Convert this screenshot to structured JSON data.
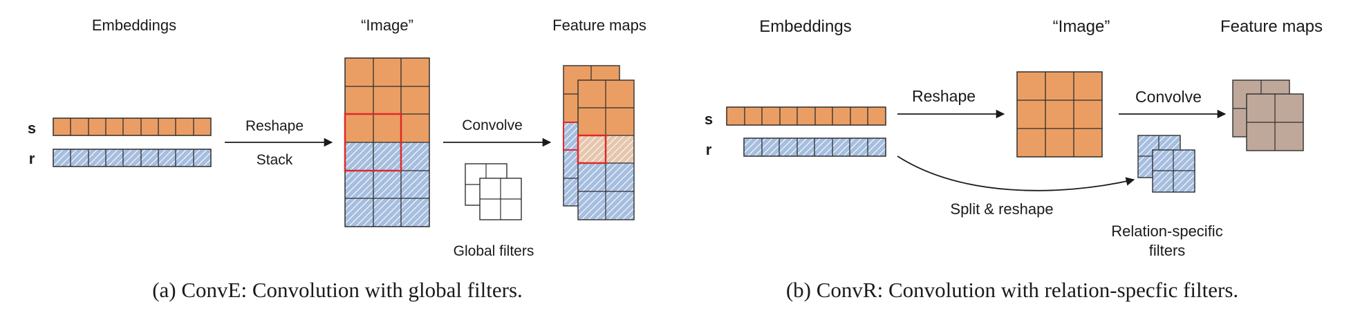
{
  "panel_a": {
    "embeddings": "Embeddings",
    "image": "“Image”",
    "feature_maps": "Feature maps",
    "row_s": "s",
    "row_r": "r",
    "reshape": "Reshape",
    "stack": "Stack",
    "convolve": "Convolve",
    "global_filters": "Global filters",
    "caption": "(a) ConvE: Convolution with global filters."
  },
  "panel_b": {
    "embeddings": "Embeddings",
    "image": "“Image”",
    "feature_maps": "Feature maps",
    "row_s": "s",
    "row_r": "r",
    "reshape": "Reshape",
    "convolve": "Convolve",
    "split_reshape": "Split & reshape",
    "relation_filters_line1": "Relation-specific",
    "relation_filters_line2": "filters",
    "caption": "(b) ConvR: Convolution with relation-specfic filters."
  },
  "colors": {
    "entity": "#EB9E63",
    "relation_hatch": "#A6BEDF",
    "highlight": "#E02828",
    "feature": "#BFA89A"
  }
}
